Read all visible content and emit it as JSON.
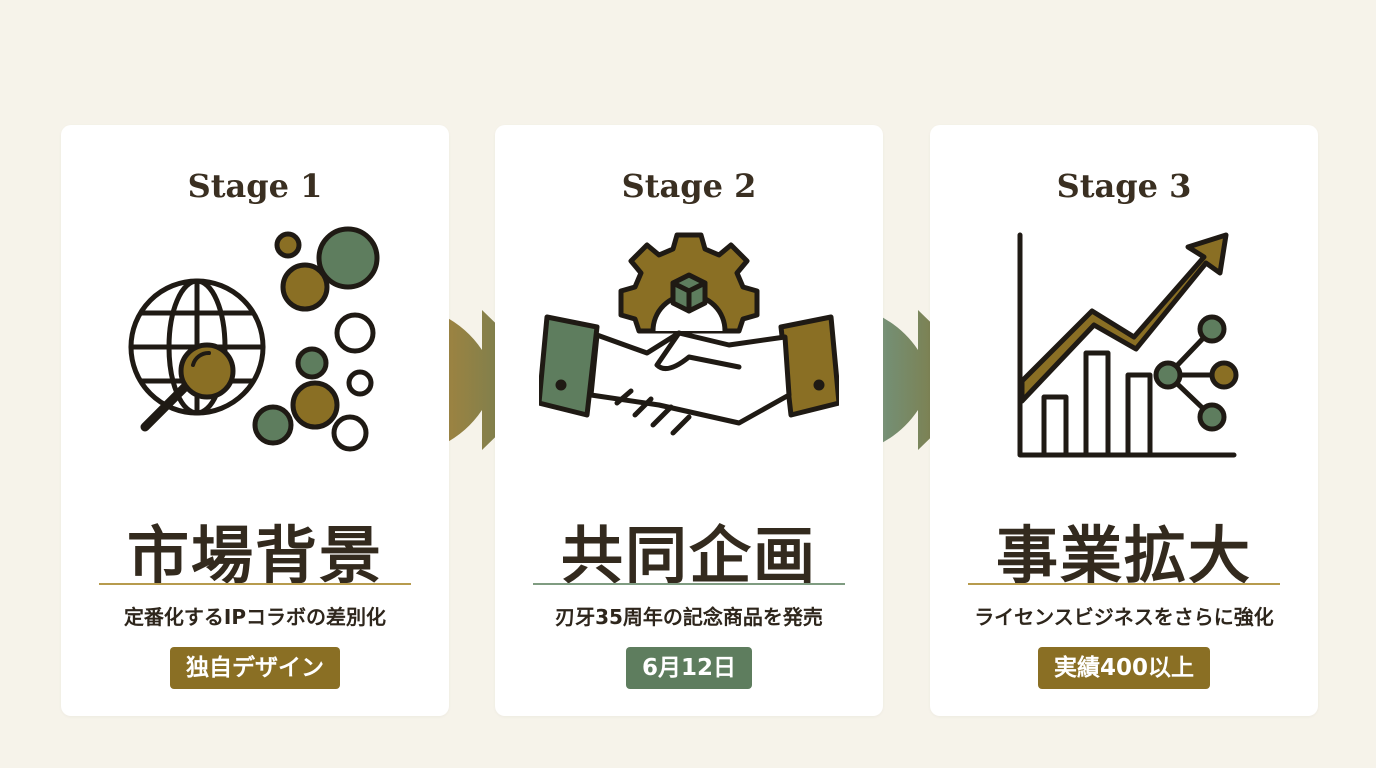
{
  "colors": {
    "gold": "#8a6f24",
    "green": "#5e7d5e",
    "dark": "#1f1a14",
    "background": "#f6f3ea"
  },
  "stages": [
    {
      "stage_label": "Stage 1",
      "title": "市場背景",
      "description": "定番化するIPコラボの差別化",
      "badge": "独自デザイン",
      "badge_color": "#8a6f24",
      "rule_color": "#b79b4d",
      "icon": "globe-search-icon"
    },
    {
      "stage_label": "Stage 2",
      "title": "共同企画",
      "description": "刃牙35周年の記念商品を発売",
      "badge": "6月12日",
      "badge_color": "#5e7d5e",
      "rule_color": "#7f9c81",
      "icon": "handshake-gear-icon"
    },
    {
      "stage_label": "Stage 3",
      "title": "事業拡大",
      "description": "ライセンスビジネスをさらに強化",
      "badge": "実績400以上",
      "badge_color": "#8a6f24",
      "rule_color": "#b79b4d",
      "icon": "growth-chart-icon"
    }
  ]
}
